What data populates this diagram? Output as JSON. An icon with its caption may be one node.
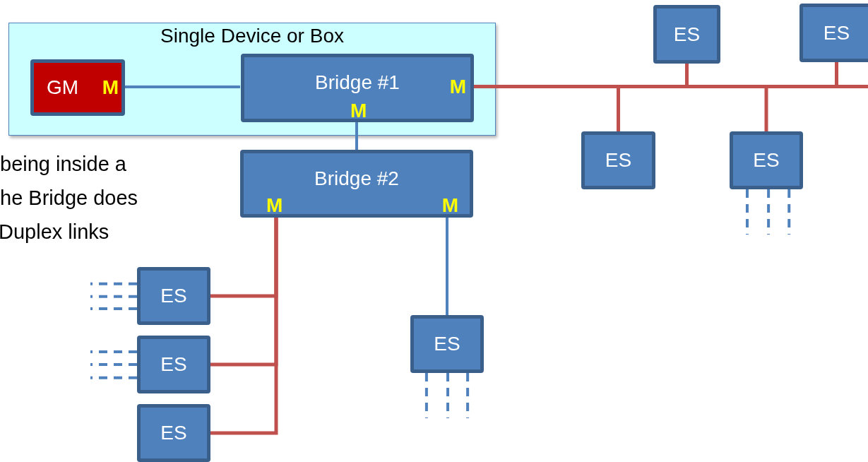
{
  "diagram": {
    "nodes": [
      {
        "text": [
          "Single Device or Box"
        ]
      },
      {
        "text": [
          "GM",
          "M"
        ],
        "in": 0
      },
      {
        "text": [
          "Bridge #1",
          "M",
          "M"
        ],
        "in": 0
      },
      {
        "text": [
          "Bridge #2",
          "M",
          "M"
        ]
      },
      {
        "text": [
          "ES"
        ]
      },
      {
        "text": [
          "ES"
        ]
      },
      {
        "text": [
          "ES"
        ]
      },
      {
        "text": [
          "ES"
        ]
      },
      {
        "text": [
          "ES"
        ]
      },
      {
        "text": [
          "ES"
        ]
      },
      {
        "text": [
          "ES"
        ]
      },
      {
        "text": [
          "ES"
        ]
      }
    ],
    "edges": [
      {
        "from": 1,
        "to": 2,
        "arrow": "none"
      },
      {
        "from": 2,
        "to": 3,
        "arrow": "none"
      },
      {
        "from": 2,
        "to": 4,
        "arrow": "none",
        "color": "#c0504d"
      },
      {
        "from": 2,
        "to": 5,
        "arrow": "none",
        "color": "#c0504d"
      },
      {
        "from": 2,
        "to": 6,
        "arrow": "none",
        "color": "#c0504d"
      },
      {
        "from": 2,
        "to": 7,
        "arrow": "none",
        "color": "#c0504d"
      },
      {
        "from": 3,
        "to": 8,
        "arrow": "none",
        "color": "#c0504d"
      },
      {
        "from": 3,
        "to": 9,
        "arrow": "none",
        "color": "#c0504d"
      },
      {
        "from": 3,
        "to": 10,
        "arrow": "none",
        "color": "#c0504d"
      },
      {
        "from": 3,
        "to": 11,
        "arrow": "none"
      },
      {
        "from": 7,
        "to": null,
        "arrow": "none",
        "style": "dashed"
      },
      {
        "from": 7,
        "to": null,
        "arrow": "none",
        "style": "dashed"
      },
      {
        "from": 7,
        "to": null,
        "arrow": "none",
        "style": "dashed"
      },
      {
        "from": 11,
        "to": null,
        "arrow": "none",
        "style": "dashed"
      },
      {
        "from": 11,
        "to": null,
        "arrow": "none",
        "style": "dashed"
      },
      {
        "from": 11,
        "to": null,
        "arrow": "none",
        "style": "dashed"
      },
      {
        "from": 8,
        "to": null,
        "arrow": "none",
        "style": "dashed"
      },
      {
        "from": 8,
        "to": null,
        "arrow": "none",
        "style": "dashed"
      },
      {
        "from": 8,
        "to": null,
        "arrow": "none",
        "style": "dashed"
      },
      {
        "from": 9,
        "to": null,
        "arrow": "none",
        "style": "dashed"
      },
      {
        "from": 9,
        "to": null,
        "arrow": "none",
        "style": "dashed"
      },
      {
        "from": 9,
        "to": null,
        "arrow": "none",
        "style": "dashed"
      }
    ],
    "labels": [
      "being inside a",
      "he Bridge does",
      "Duplex links"
    ]
  }
}
